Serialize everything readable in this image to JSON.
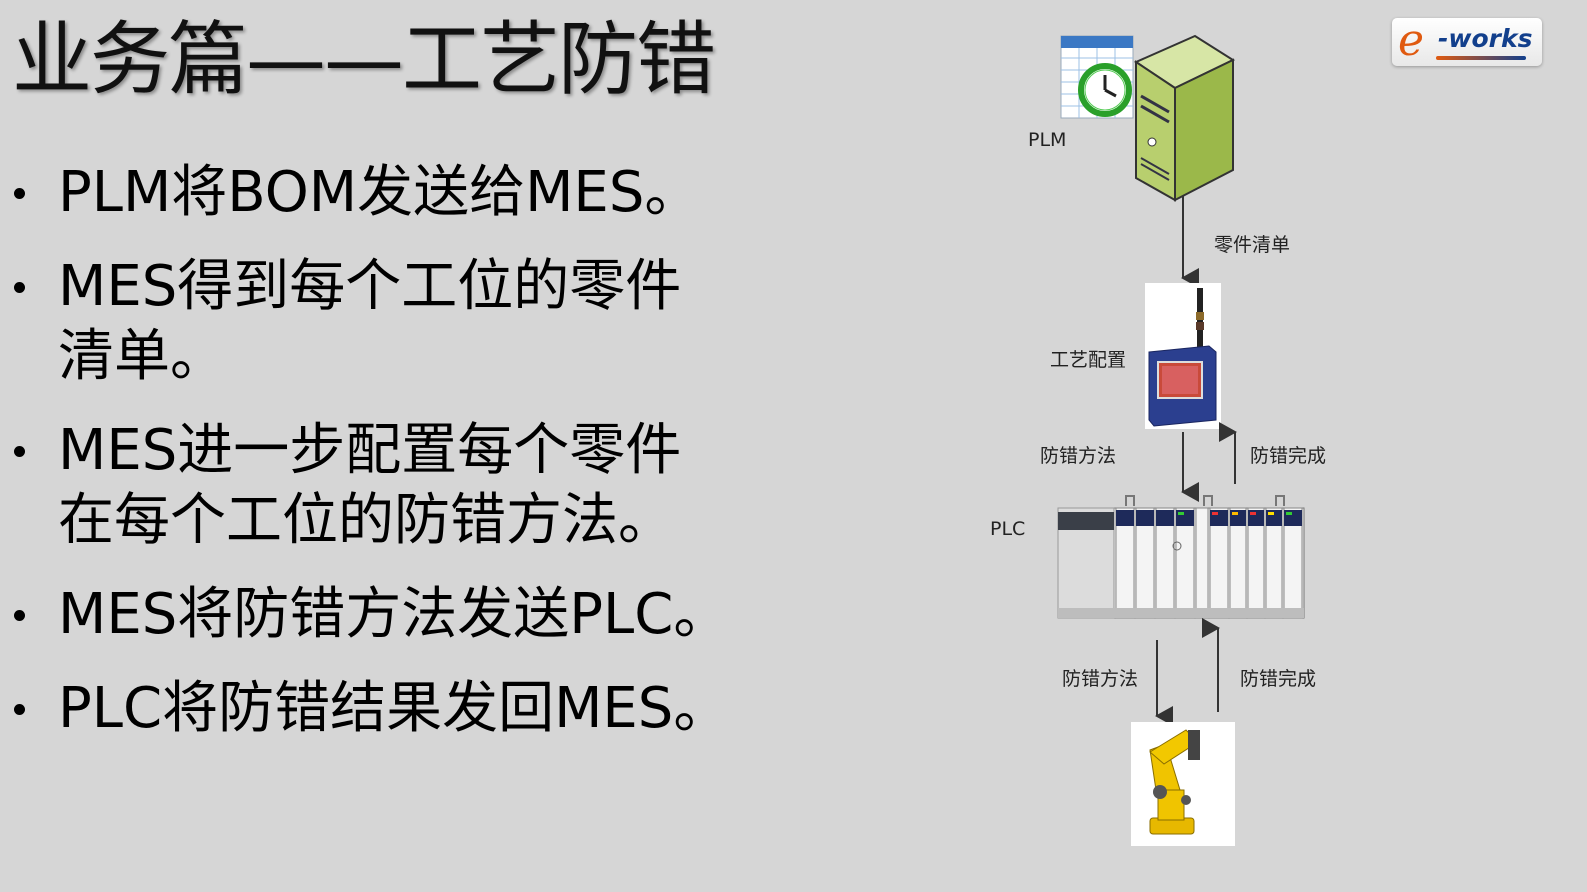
{
  "title": "业务篇——工艺防错",
  "bullets": [
    {
      "line1": "PLM将BOM发送给MES。",
      "line2": ""
    },
    {
      "line1": "MES得到每个工位的零件",
      "line2": "清单。"
    },
    {
      "line1": "MES进一步配置每个零件",
      "line2": "在每个工位的防错方法。"
    },
    {
      "line1": "MES将防错方法发送PLC。",
      "line2": ""
    },
    {
      "line1": "PLC将防错结果发回MES。",
      "line2": ""
    }
  ],
  "diagram": {
    "plm_label": "PLM",
    "parts_list_label": "零件清单",
    "process_config_label": "工艺配置",
    "method_label_1": "防错方法",
    "done_label_1": "防错完成",
    "plc_label": "PLC",
    "method_label_2": "防错方法",
    "done_label_2": "防错完成"
  },
  "logo": {
    "letter": "e",
    "word": "-works"
  },
  "icons": [
    "calendar-clock-icon",
    "server-icon",
    "controller-box-icon",
    "plc-rack-icon",
    "robot-arm-icon"
  ]
}
